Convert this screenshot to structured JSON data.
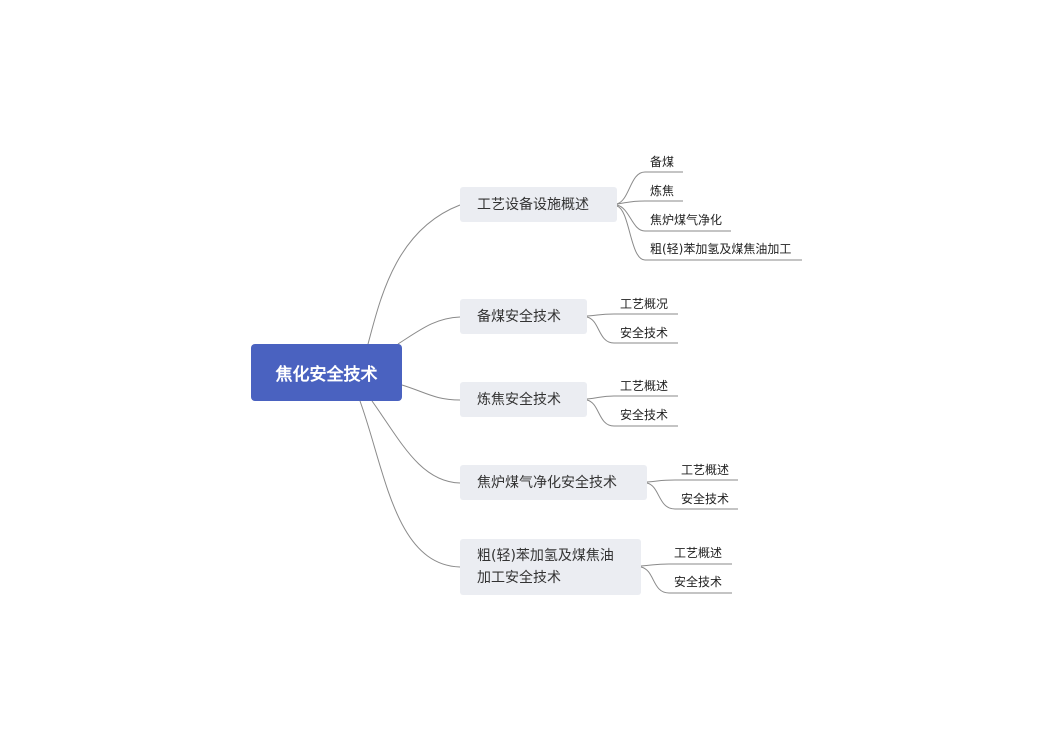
{
  "root": {
    "label": "焦化安全技术"
  },
  "topics": [
    {
      "label": "工艺设备设施概述",
      "children": [
        "备煤",
        "炼焦",
        "焦炉煤气净化",
        "粗(轻)苯加氢及煤焦油加工"
      ]
    },
    {
      "label": "备煤安全技术",
      "children": [
        "工艺概况",
        "安全技术"
      ]
    },
    {
      "label": "炼焦安全技术",
      "children": [
        "工艺概述",
        "安全技术"
      ]
    },
    {
      "label": "焦炉煤气净化安全技术",
      "children": [
        "工艺概述",
        "安全技术"
      ]
    },
    {
      "label": "粗(轻)苯加氢及煤焦油加工安全技术",
      "children": [
        "工艺概述",
        "安全技术"
      ]
    }
  ],
  "colors": {
    "root": "#4a62c0",
    "topic_bg": "#ebedf2",
    "line": "#8a8a8a"
  }
}
